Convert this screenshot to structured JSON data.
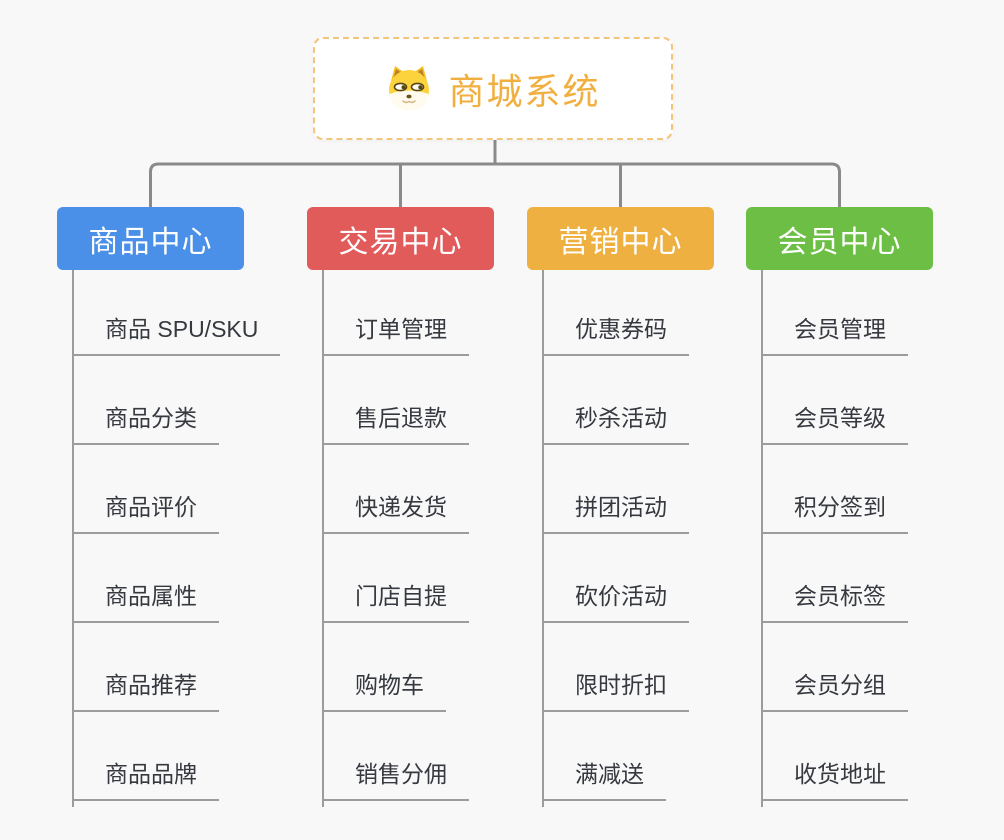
{
  "root": {
    "title": "商城系统",
    "icon": "doge-icon"
  },
  "branches": [
    {
      "label": "商品中心",
      "color": "#4A90E8",
      "children": [
        "商品 SPU/SKU",
        "商品分类",
        "商品评价",
        "商品属性",
        "商品推荐",
        "商品品牌"
      ]
    },
    {
      "label": "交易中心",
      "color": "#E25B5B",
      "children": [
        "订单管理",
        "售后退款",
        "快递发货",
        "门店自提",
        "购物车",
        "销售分佣"
      ]
    },
    {
      "label": "营销中心",
      "color": "#EEB041",
      "children": [
        "优惠券码",
        "秒杀活动",
        "拼团活动",
        "砍价活动",
        "限时折扣",
        "满减送"
      ]
    },
    {
      "label": "会员中心",
      "color": "#6CBE45",
      "children": [
        "会员管理",
        "会员等级",
        "积分签到",
        "会员标签",
        "会员分组",
        "收货地址"
      ]
    }
  ],
  "colors": {
    "background": "#F8F8F8",
    "connector": "#8A8A8A",
    "leaf_line": "#9C9C9C",
    "leaf_text": "#36393F",
    "root_text": "#F1AF3F",
    "root_border": "#F3C47C",
    "branch_text": "#FFFFFF"
  }
}
